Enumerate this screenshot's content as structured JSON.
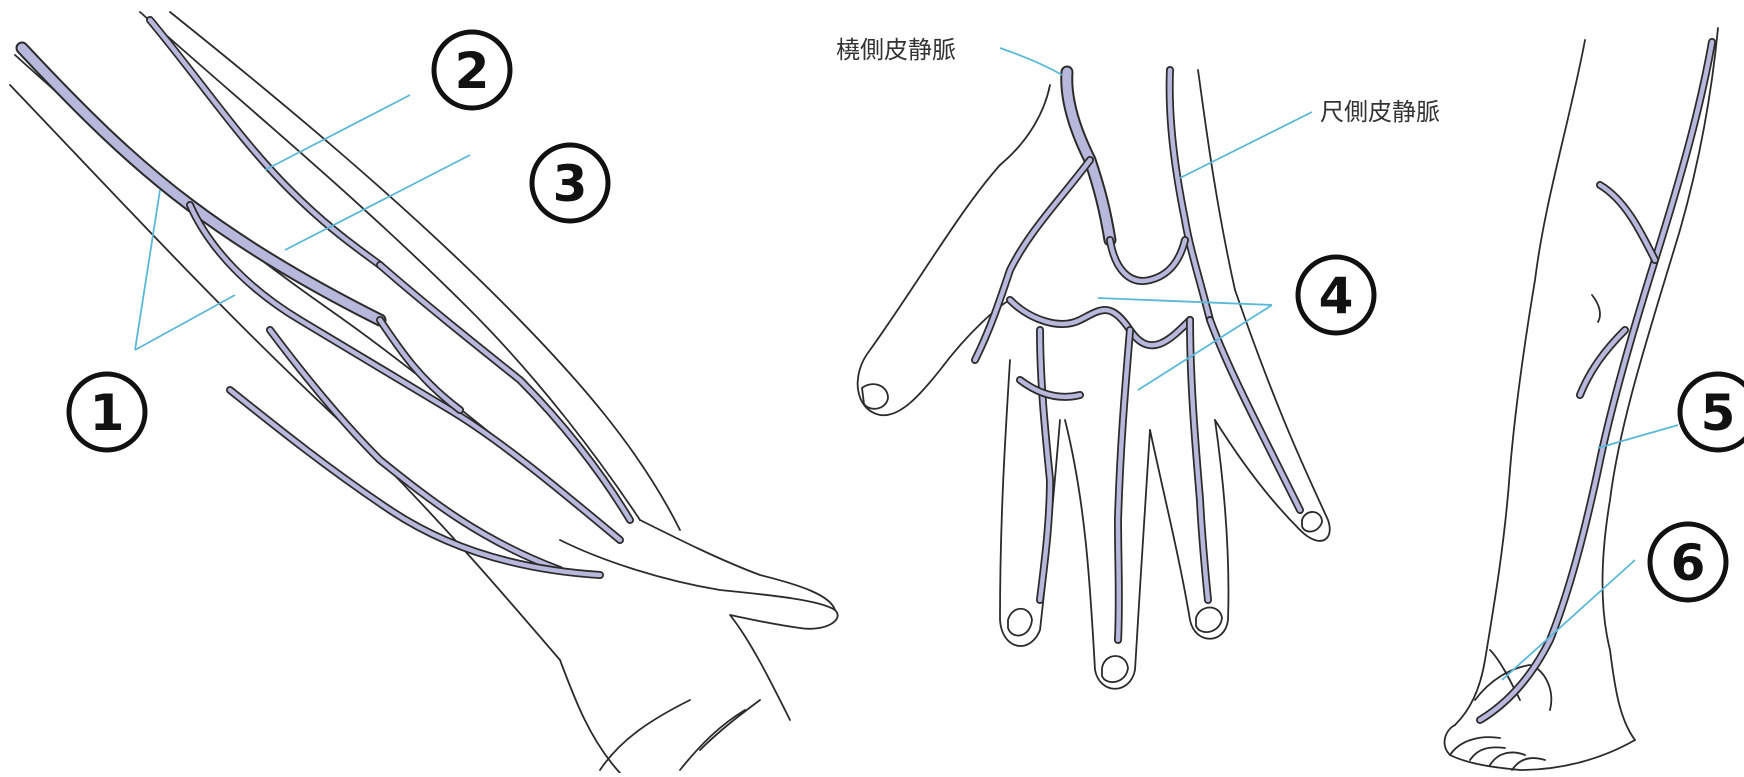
{
  "colors": {
    "vein": "#b8b8dc",
    "leader": "#5bb8d8",
    "outline": "#2b2b2b"
  },
  "markers": {
    "m1": "1",
    "m2": "2",
    "m3": "3",
    "m4": "4",
    "m5": "5",
    "m6": "6"
  },
  "labels": {
    "radial": "橈側皮静脈",
    "ulnar": "尺側皮静脈"
  }
}
